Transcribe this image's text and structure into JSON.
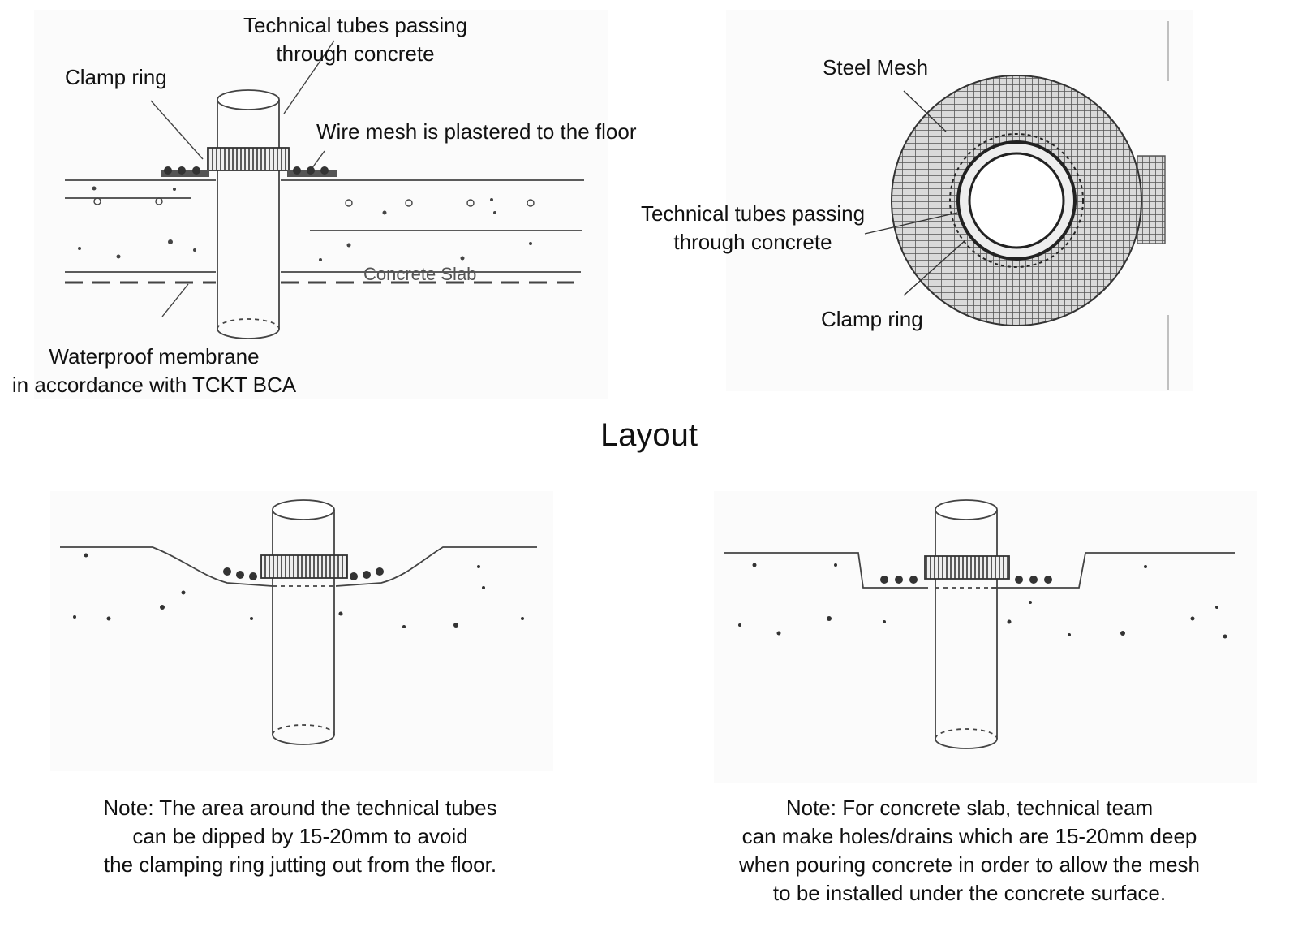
{
  "title": "Layout",
  "cross_section": {
    "tubes_label": [
      "Technical tubes passing",
      "through concrete"
    ],
    "clamp_label": "Clamp ring",
    "mesh_label": "Wire mesh is plastered to the floor",
    "slab_label": "Concrete Slab",
    "membrane_label": [
      "Waterproof membrane",
      "in accordance with TCKT BCA"
    ]
  },
  "plan_view": {
    "steel_mesh_label": "Steel Mesh",
    "tubes_label": [
      "Technical tubes passing",
      "through concrete"
    ],
    "clamp_label": "Clamp ring"
  },
  "note_left": [
    "Note: The area around the technical tubes",
    "can be dipped by 15-20mm to avoid",
    "the clamping ring jutting out from the floor."
  ],
  "note_right": [
    "Note: For concrete slab, technical team",
    "can make holes/drains which are 15-20mm deep",
    "when pouring concrete in order to allow the mesh",
    "to be installed under the concrete surface."
  ],
  "colors": {
    "line": "#444444",
    "mesh": "#555555",
    "text": "#111111"
  }
}
